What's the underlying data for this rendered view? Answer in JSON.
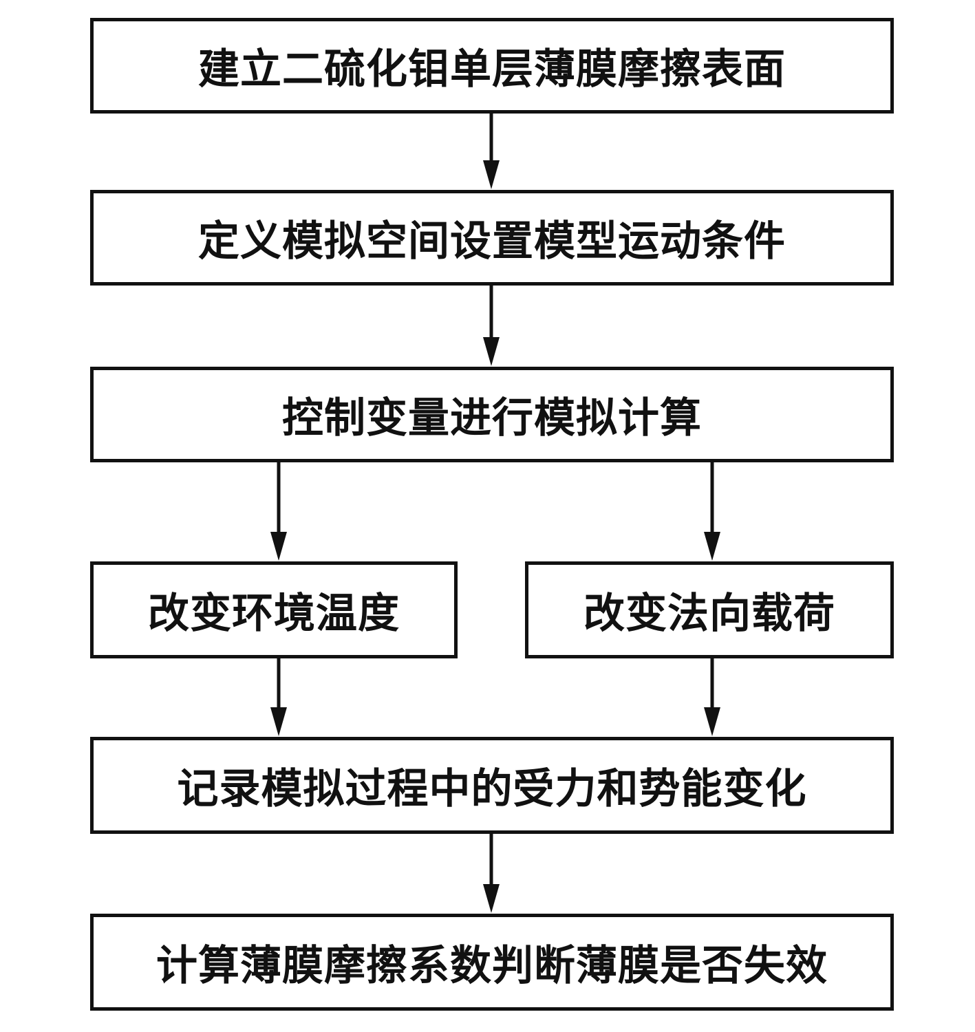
{
  "steps": {
    "step1": "建立二硫化钼单层薄膜摩擦表面",
    "step2": "定义模拟空间设置模型运动条件",
    "step3": "控制变量进行模拟计算",
    "step4_left": "改变环境温度",
    "step4_right": "改变法向载荷",
    "step5": "记录模拟过程中的受力和势能变化",
    "step6": "计算薄膜摩擦系数判断薄膜是否失效"
  },
  "colors": {
    "line": "#111111",
    "box_fill": "#ffffff"
  }
}
